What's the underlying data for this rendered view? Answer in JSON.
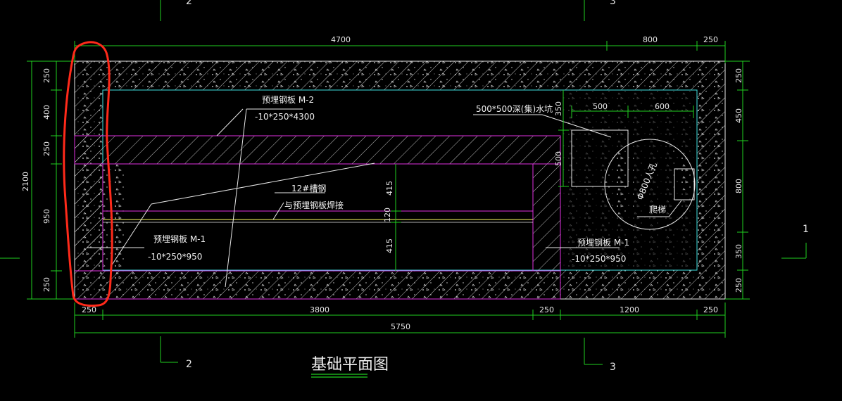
{
  "drawing": {
    "title": "基础平面图",
    "axes": {
      "left": "2",
      "right": "3",
      "side": "1",
      "top_left": "2",
      "top_right": "3"
    },
    "dims_top": {
      "total_left": "4700",
      "mid": "800",
      "right": "250"
    },
    "dims_bottom": {
      "d1": "250",
      "d2": "3800",
      "d3": "250",
      "d4": "1200",
      "d5": "250",
      "total": "5750"
    },
    "dims_left": {
      "d1": "250",
      "d2": "400",
      "d3": "250",
      "d4": "950",
      "d5": "250",
      "total": "2100"
    },
    "dims_right": {
      "d1": "250",
      "d2": "450",
      "d3": "800",
      "d4": "350",
      "d5": "250"
    },
    "dims_inner": {
      "pit_h": "350",
      "pit_v": "500",
      "pit_w": "500",
      "gap": "600",
      "beam_a": "415",
      "beam_mid": "120",
      "beam_b": "415"
    },
    "labels": {
      "m2_name": "预埋钢板 M-2",
      "m2_size": "-10*250*4300",
      "channel_name": "12#槽钢",
      "channel_note": "与预埋钢板焊接",
      "m1_left_name": "预埋钢板 M-1",
      "m1_left_size": "-10*250*950",
      "m1_right_name": "预埋钢板 M-1",
      "m1_right_size": "-10*250*950",
      "pit": "500*500深(集)水坑",
      "manhole": "Φ800人孔",
      "ladder": "爬梯"
    },
    "colors": {
      "dim": "#20d020",
      "outline": "#e8e8e8",
      "plate": "#e030e0",
      "inner": "#40e0e0",
      "markup": "#ff2a1a"
    }
  }
}
